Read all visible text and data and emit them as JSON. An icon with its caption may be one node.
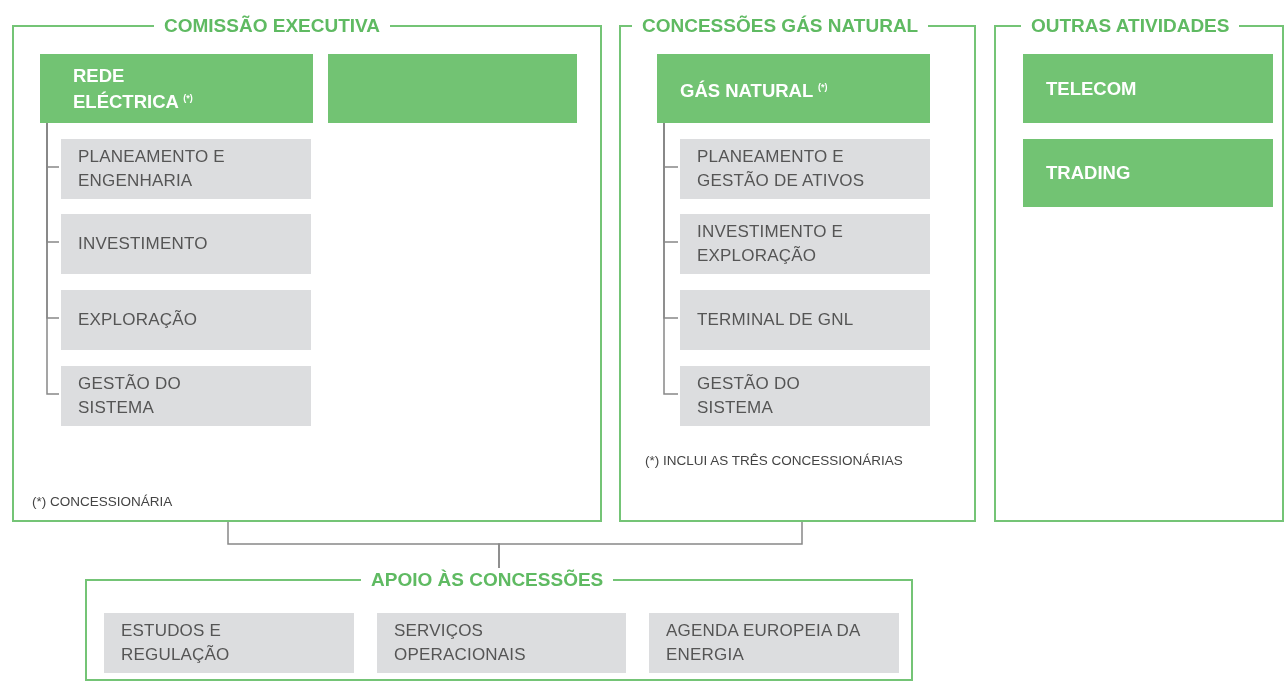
{
  "diagram": {
    "nodes": [
      {
        "text": [
          "COMISSÃO EXECUTIVA",
          "(*) CONCESSIONÁRIA"
        ]
      },
      {
        "text": [
          "REDE ELÉCTRICA $^{(*)}$"
        ],
        "in": 0
      },
      {
        "text": [],
        "shape": "box",
        "in": 0
      },
      {
        "text": [
          "PLANEAMENTO E ENGENHARIA"
        ],
        "in": 0
      },
      {
        "text": [
          "INVESTIMENTO"
        ],
        "in": 0
      },
      {
        "text": [
          "EXPLORAÇÃO"
        ],
        "in": 0
      },
      {
        "text": [
          "GESTÃO DO SISTEMA"
        ],
        "in": 0
      },
      {
        "text": [
          "CONCESSÕES GÁS NATURAL",
          "(*) INCLUI AS TRÊS CONCESSIONÁRIAS"
        ]
      },
      {
        "text": [
          "GÁS NATURAL $^{(*)}$"
        ],
        "in": 7
      },
      {
        "text": [
          "PLANEAMENTO E GESTÃO DE ATIVOS"
        ],
        "in": 7
      },
      {
        "text": [
          "INVESTIMENTO E EXPLORAÇÃO"
        ],
        "in": 7
      },
      {
        "text": [
          "TERMINAL DE GNL"
        ],
        "in": 7
      },
      {
        "text": [
          "GESTÃO DO SISTEMA"
        ],
        "in": 7
      },
      {
        "text": [
          "OUTRAS ATIVIDADES"
        ]
      },
      {
        "text": [
          "TELECOM"
        ],
        "in": 13
      },
      {
        "text": [
          "TRADING"
        ],
        "in": 13
      },
      {
        "text": [
          "APOIO ÀS CONCESSÕES"
        ]
      },
      {
        "text": [
          "ESTUDOS E REGULAÇÃO"
        ],
        "in": 16
      },
      {
        "text": [
          "SERVIÇOS OPERACIONAIS"
        ],
        "in": 16
      },
      {
        "text": [
          "AGENDA EUROPEIA DA ENERGIA"
        ],
        "in": 16
      }
    ],
    "edges": [
      {
        "from": 1,
        "to": 3,
        "arrow": "none"
      },
      {
        "from": 1,
        "to": 4,
        "arrow": "none"
      },
      {
        "from": 1,
        "to": 5,
        "arrow": "none"
      },
      {
        "from": 1,
        "to": 6,
        "arrow": "none"
      },
      {
        "from": 8,
        "to": 9,
        "arrow": "none"
      },
      {
        "from": 8,
        "to": 10,
        "arrow": "none"
      },
      {
        "from": 8,
        "to": 11,
        "arrow": "none"
      },
      {
        "from": 8,
        "to": 12,
        "arrow": "none"
      },
      {
        "from": 0,
        "to": 16,
        "arrow": "none"
      },
      {
        "from": 7,
        "to": 16,
        "arrow": "none"
      }
    ]
  }
}
